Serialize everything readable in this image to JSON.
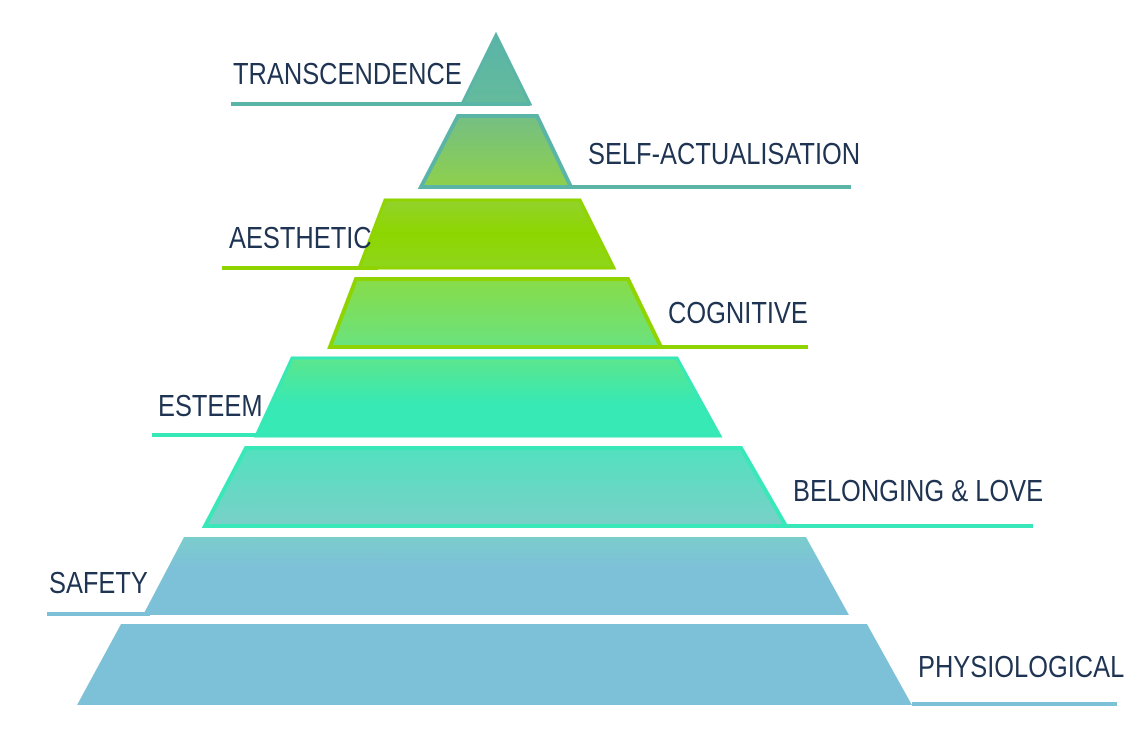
{
  "diagram": {
    "type": "pyramid",
    "title": "",
    "levels": [
      {
        "label": "TRANSCENDENCE",
        "side": "left",
        "color_top": "#5bb5a6",
        "color_bottom": "#62bb9a",
        "stroke": "#5bb5a6"
      },
      {
        "label": "SELF-ACTUALISATION",
        "side": "right",
        "color_top": "#72c08a",
        "color_bottom": "#8fd04a",
        "stroke": "#5bb5a6"
      },
      {
        "label": "AESTHETIC",
        "side": "left",
        "color_top": "#8fd42e",
        "color_bottom": "#8ed61e",
        "stroke": "#8fd400"
      },
      {
        "label": "COGNITIVE",
        "side": "right",
        "color_top": "#86dc4a",
        "color_bottom": "#68e080",
        "stroke": "#8fd400"
      },
      {
        "label": "ESTEEM",
        "side": "left",
        "color_top": "#5ee48c",
        "color_bottom": "#36e8b6",
        "stroke": "#36e8b6"
      },
      {
        "label": "BELONGING & LOVE",
        "side": "right",
        "color_top": "#55e0bd",
        "color_bottom": "#78d0c8",
        "stroke": "#38e8b8"
      },
      {
        "label": "SAFETY",
        "side": "left",
        "color_top": "#7ccccc",
        "color_bottom": "#7dc1d8",
        "stroke": "#7dc1d8"
      },
      {
        "label": "PHYSIOLOGICAL",
        "side": "right",
        "color_top": "#7dc1d8",
        "color_bottom": "#7dc1d8",
        "stroke": "#7dc1d8"
      }
    ],
    "text_color": "#1f3452"
  }
}
